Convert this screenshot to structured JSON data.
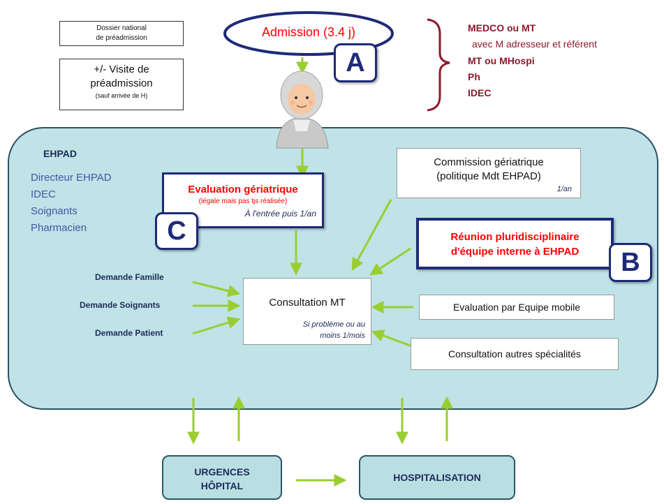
{
  "admission": {
    "label": "Admission (3.4 j)",
    "letter": "A"
  },
  "dossier": {
    "line1": "Dossier national",
    "line2": "de préadmission"
  },
  "visite": {
    "line1": "+/- Visite de",
    "line2": "préadmission",
    "note": "(sauf arrivée de H)"
  },
  "actors_top": {
    "l1": "MEDCO ou MT",
    "l2": "avec M adresseur et référent",
    "l3": "MT  ou MHospi",
    "l4": "Ph",
    "l5": "IDEC"
  },
  "ehpad": {
    "title": "EHPAD",
    "staff": [
      "Directeur EHPAD",
      "IDEC",
      "Soignants",
      "Pharmacien"
    ]
  },
  "evaluation": {
    "title": "Evaluation gériatrique",
    "note": "(légale mais pas tjs réalisée)",
    "freq": "À l'entrée puis 1/an",
    "letter": "C"
  },
  "commission": {
    "line1": "Commission gériatrique",
    "line2": "(politique Mdt EHPAD)",
    "freq": "1/an"
  },
  "reunion": {
    "line1": "Réunion pluridisciplinaire",
    "line2": "d'équipe interne à EHPAD",
    "letter": "B"
  },
  "demandes": {
    "famille": "Demande Famille",
    "soignants": "Demande Soignants",
    "patient": "Demande Patient"
  },
  "consultation": {
    "title": "Consultation MT",
    "note1": "Si problème ou au",
    "note2": "moins 1/mois"
  },
  "mobile": {
    "label": "Evaluation par Equipe mobile"
  },
  "specialites": {
    "label": "Consultation autres spécialités"
  },
  "urgences": {
    "line1": "URGENCES",
    "line2": "HÔPITAL"
  },
  "hospitalisation": {
    "label": "HOSPITALISATION"
  },
  "colors": {
    "arrow": "#9acd32",
    "ehpad_bg": "#bfe3e6",
    "red": "#ff0000",
    "dark_red": "#8b1a2b",
    "navy": "#1e2a78"
  }
}
